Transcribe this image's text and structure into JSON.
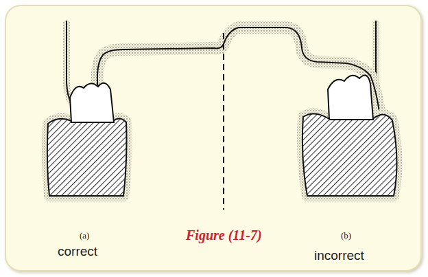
{
  "diagram": {
    "caption": "Figure (11-7)",
    "labels": [
      "(a)",
      "correct",
      "(b)",
      "incorrect"
    ]
  }
}
